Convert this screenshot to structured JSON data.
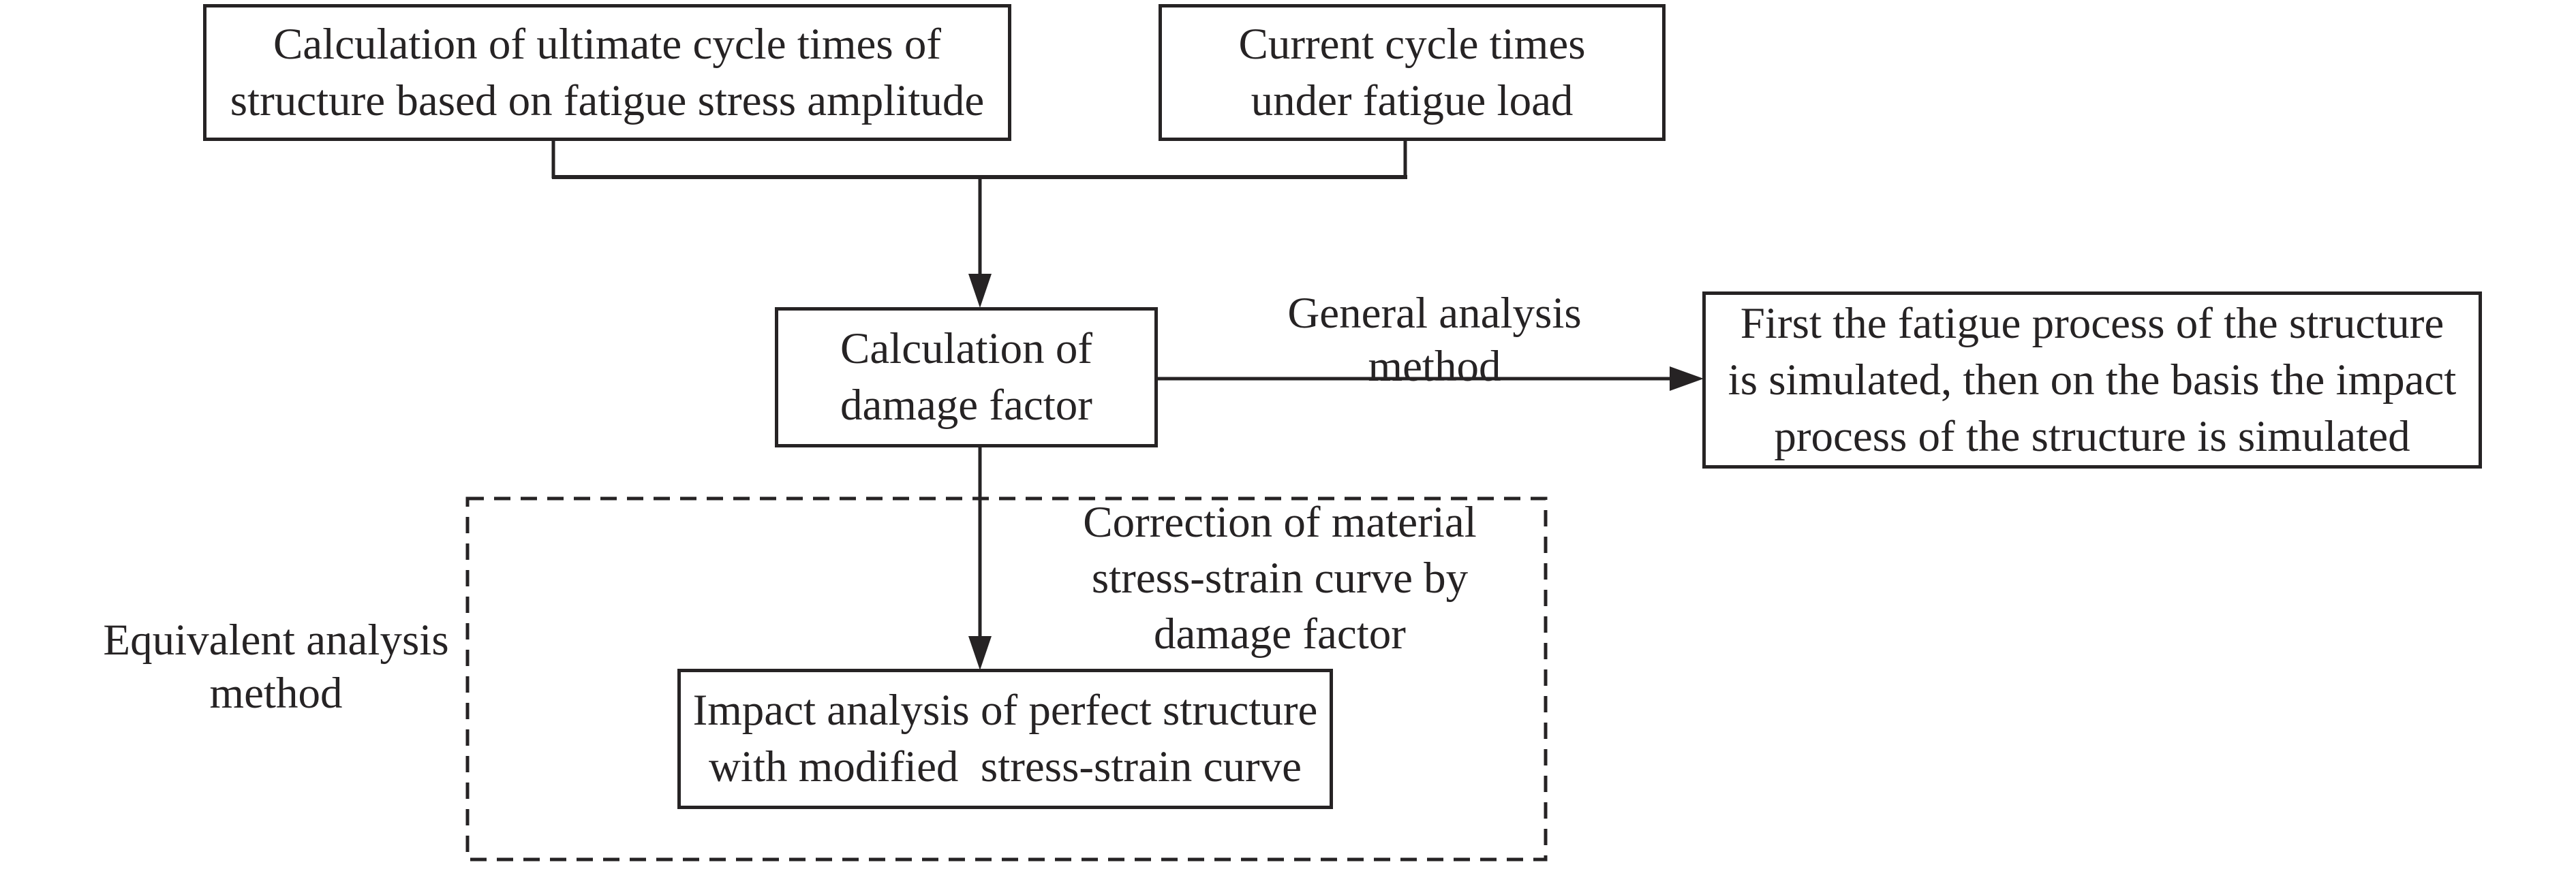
{
  "colors": {
    "background": "#ffffff",
    "ink": "#262324"
  },
  "flowchart": {
    "nodes": {
      "ultimate_cycle": "Calculation of ultimate cycle times of\nstructure based on fatigue stress amplitude",
      "current_cycle": "Current cycle times\nunder fatigue load",
      "damage_factor": "Calculation of\ndamage factor",
      "general_result": "First the fatigue process of the structure\nis simulated, then on the basis the impact\nprocess of the structure is simulated",
      "impact_analysis": "Impact analysis of perfect structure\nwith modified  stress-strain curve"
    },
    "labels": {
      "general_method": "General analysis\nmethod",
      "correction_note": "Correction of material\nstress-strain curve by\ndamage factor",
      "equivalent_method": "Equivalent analysis\nmethod"
    }
  }
}
